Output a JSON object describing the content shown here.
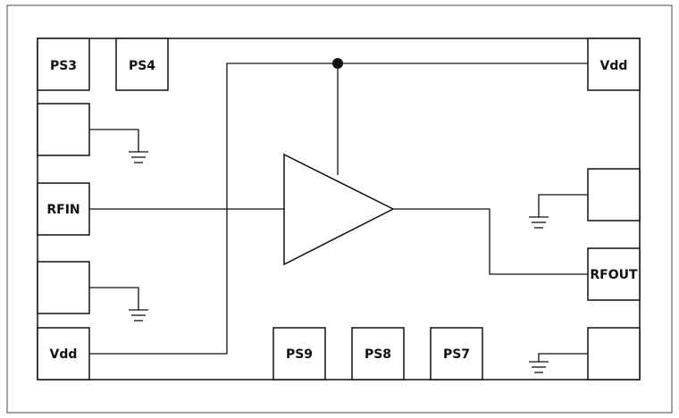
{
  "colors": {
    "line": "#111111",
    "frame": "#666666",
    "background": "#ffffff"
  },
  "pads": {
    "ps3": "PS3",
    "ps4": "PS4",
    "vdd_top": "Vdd",
    "rfin": "RFIN",
    "vdd_bottom": "Vdd",
    "ps9": "PS9",
    "ps8": "PS8",
    "ps7": "PS7",
    "rfout": "RFOUT"
  }
}
